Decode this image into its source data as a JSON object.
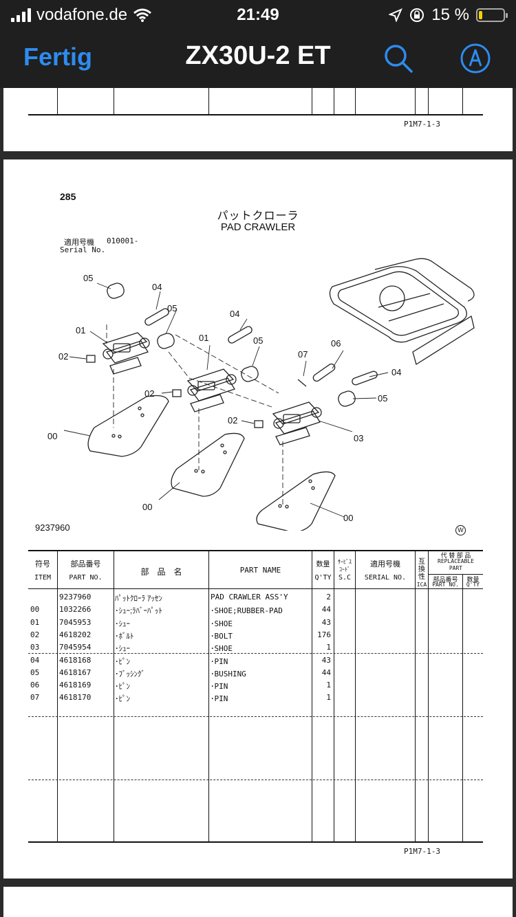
{
  "status_bar": {
    "carrier": "vodafone.de",
    "time": "21:49",
    "battery_text": "15 %",
    "battery_level": 0.15,
    "icons": [
      "signal-icon",
      "wifi-icon",
      "location-icon",
      "orientation-lock-icon",
      "battery-icon"
    ]
  },
  "nav": {
    "done_label": "Fertig",
    "title": "ZX30U-2 ET",
    "accent": "#2d8cf0",
    "icons": [
      "search-icon",
      "annotate-icon"
    ]
  },
  "prev_page": {
    "page_code": "P1M7-1-3"
  },
  "page": {
    "page_number": "285",
    "title_jp": "パットクローラ",
    "title_en": "PAD CRAWLER",
    "serial_label_jp": "適用号機",
    "serial_value": "010001-",
    "serial_label_en": "Serial No.",
    "drawing_number": "9237960",
    "drawing_mark": "W",
    "callouts": [
      "05",
      "04",
      "05",
      "01",
      "04",
      "05",
      "06",
      "07",
      "04",
      "01",
      "02",
      "02",
      "05",
      "02",
      "03",
      "00",
      "00",
      "00"
    ],
    "page_code": "P1M7-1-3"
  },
  "table": {
    "headers": {
      "item_jp": "符号",
      "item_en": "ITEM",
      "part_no_jp": "部品番号",
      "part_no_en": "PART NO.",
      "name_jp": "部　品　名",
      "part_name": "PART NAME",
      "qty_jp": "数量",
      "qty_en": "Q'TY",
      "sc_jp1": "ｻｰﾋﾞｽ",
      "sc_jp2": "ｺｰﾄﾞ",
      "sc_en": "S.C",
      "serial_jp": "適用号機",
      "serial_en": "SERIAL NO.",
      "ica_jp": "互換性",
      "ica_en": "ICA",
      "repl_jp": "代 替 部 品",
      "repl_en1": "REPLACEABLE",
      "repl_en2": "PART",
      "repl_partno_jp": "部品番号",
      "repl_partno_en": "PART NO.",
      "repl_qty_jp": "数量",
      "repl_qty_en": "Q'TY"
    },
    "rows": [
      {
        "item": "",
        "part_no": "9237960",
        "name_jp": "ﾊﾟｯﾄｸﾛｰﾗ ｱｯｾﾝ",
        "part_name": "PAD CRAWLER ASS'Y",
        "qty": "2"
      },
      {
        "item": "00",
        "part_no": "1032266",
        "name_jp": "･ｼｭｰ;ﾗﾊﾞｰﾊﾟｯﾄ",
        "part_name": "･SHOE;RUBBER-PAD",
        "qty": "44"
      },
      {
        "item": "01",
        "part_no": "7045953",
        "name_jp": "･ｼｭｰ",
        "part_name": "･SHOE",
        "qty": "43"
      },
      {
        "item": "02",
        "part_no": "4618202",
        "name_jp": "･ﾎﾞﾙﾄ",
        "part_name": "･BOLT",
        "qty": "176"
      },
      {
        "item": "03",
        "part_no": "7045954",
        "name_jp": "･ｼｭｰ",
        "part_name": "･SHOE",
        "qty": "1"
      },
      {
        "item": "04",
        "part_no": "4618168",
        "name_jp": "･ﾋﾟﾝ",
        "part_name": "･PIN",
        "qty": "43"
      },
      {
        "item": "05",
        "part_no": "4618167",
        "name_jp": "･ﾌﾞｯｼﾝｸﾞ",
        "part_name": "･BUSHING",
        "qty": "44"
      },
      {
        "item": "06",
        "part_no": "4618169",
        "name_jp": "･ﾋﾟﾝ",
        "part_name": "･PIN",
        "qty": "1"
      },
      {
        "item": "07",
        "part_no": "4618170",
        "name_jp": "･ﾋﾟﾝ",
        "part_name": "･PIN",
        "qty": "1"
      }
    ]
  }
}
